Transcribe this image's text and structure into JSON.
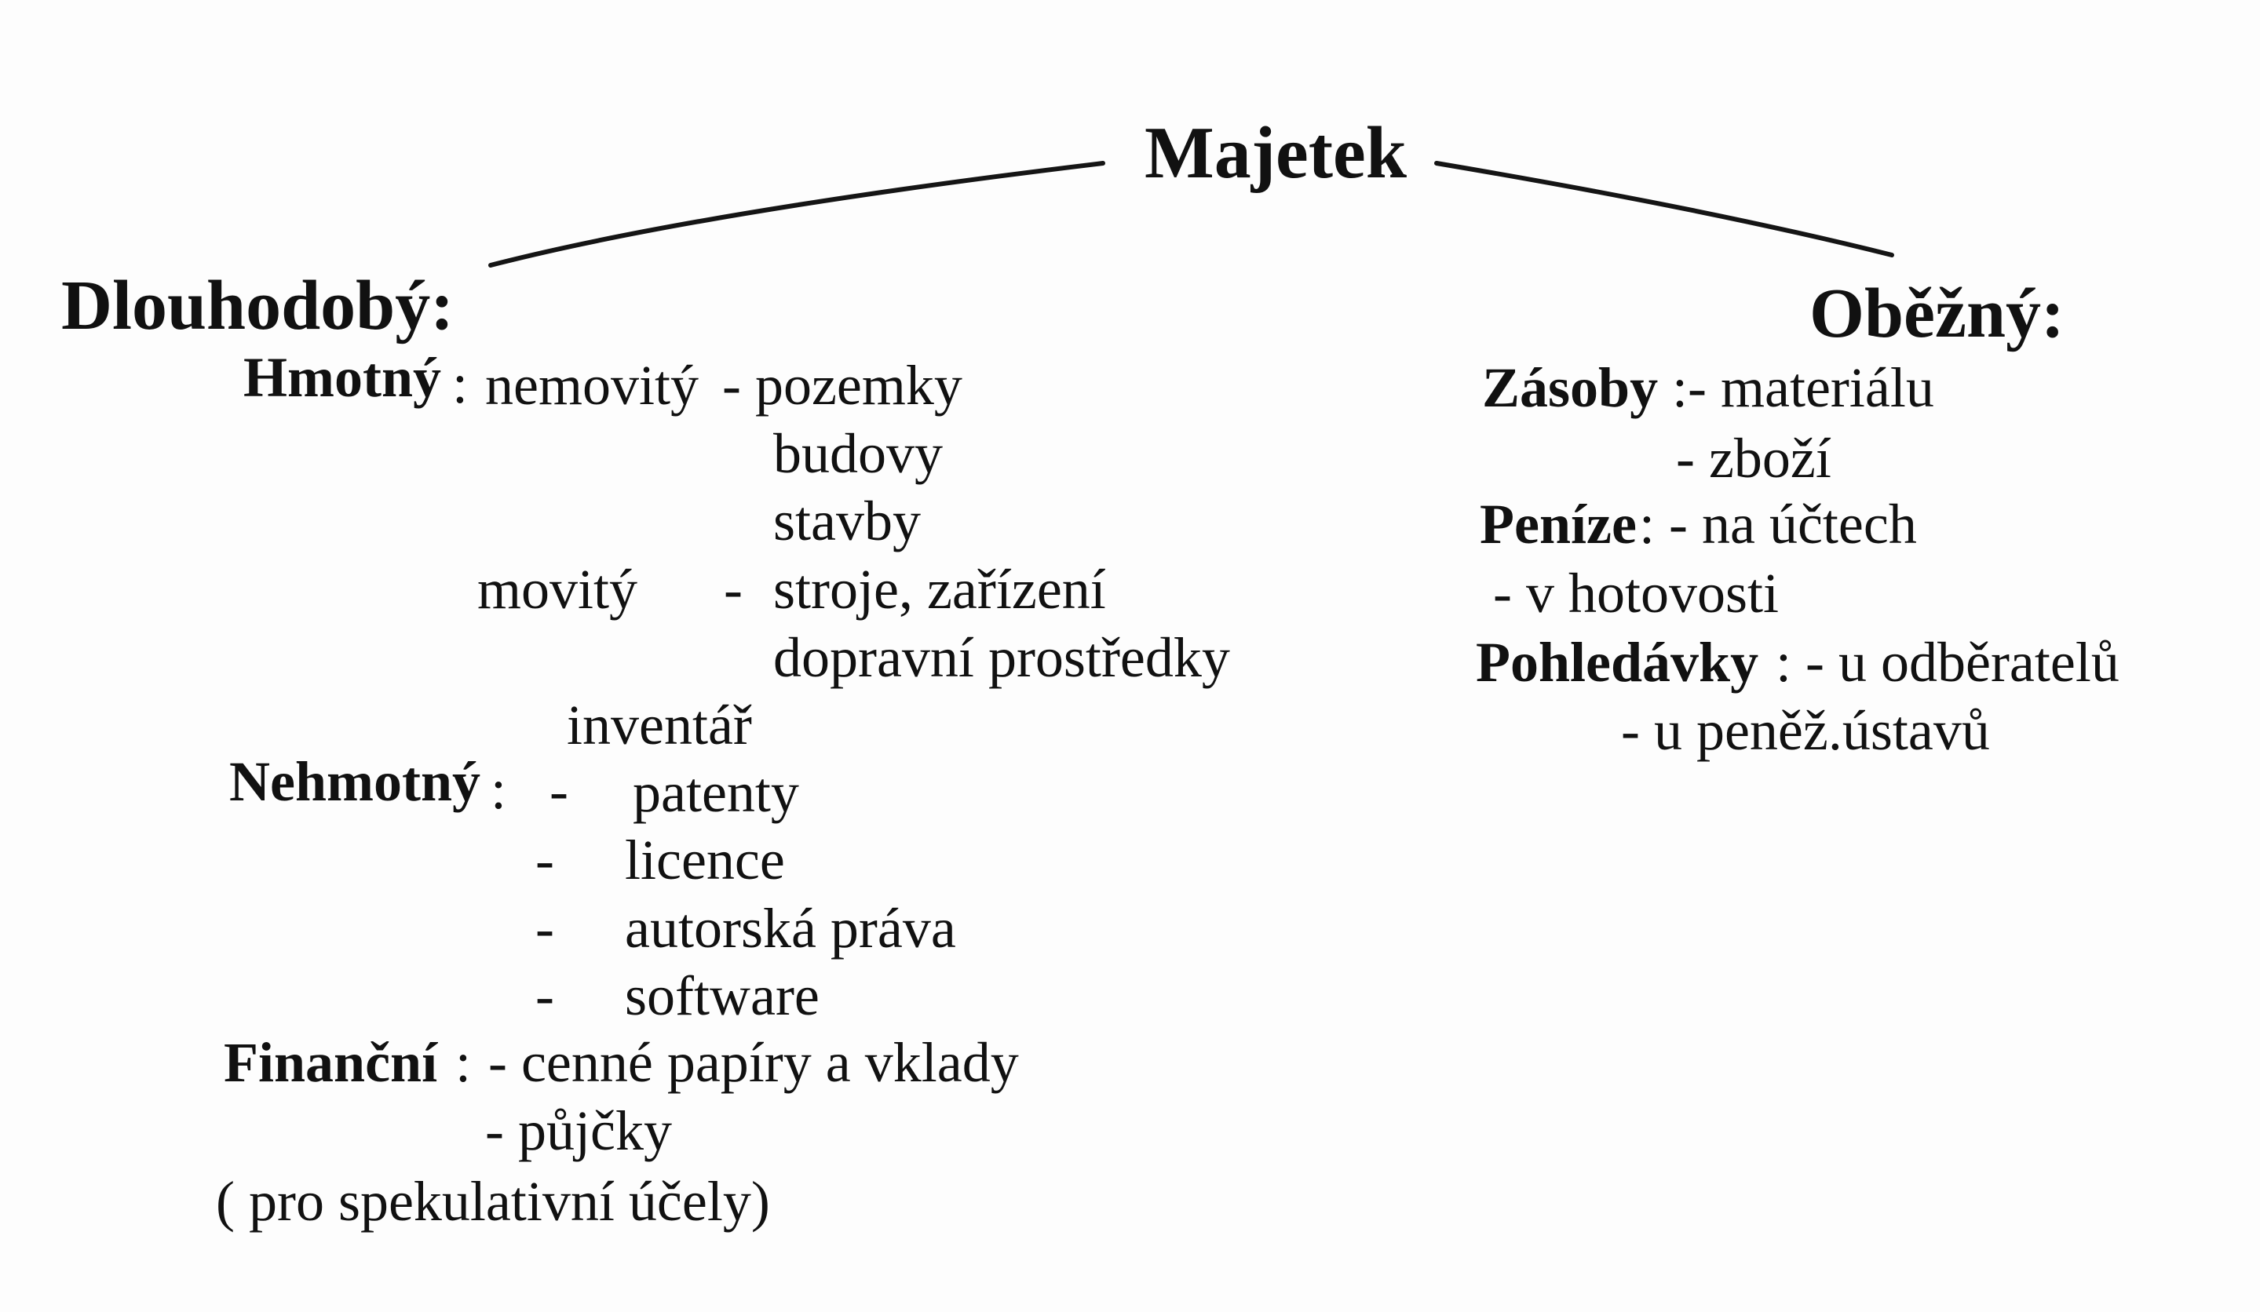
{
  "title": "Majetek",
  "left": {
    "heading": "Dlouhodobý:",
    "hmotny": {
      "label": "Hmotný",
      "colon": ":",
      "nemovity": "nemovitý",
      "nemovity_items": [
        "- pozemky",
        "budovy",
        "stavby"
      ],
      "movity": "movitý",
      "movity_dash": "-",
      "movity_items": [
        "stroje, zařízení",
        "dopravní prostředky"
      ],
      "inventar": "inventář"
    },
    "nehmotny": {
      "label": "Nehmotný",
      "colon": ":",
      "dashes": [
        "-",
        "-",
        "-",
        "-"
      ],
      "items": [
        "patenty",
        "licence",
        "autorská práva",
        "software"
      ]
    },
    "financni": {
      "label": "Finanční",
      "colon": ":",
      "items": [
        "- cenné papíry a vklady",
        "- půjčky"
      ],
      "note": "( pro spekulativní účely)"
    }
  },
  "right": {
    "heading": "Oběžný:",
    "zasoby": {
      "label": "Zásoby",
      "first": ":- materiálu",
      "second": "- zboží"
    },
    "penize": {
      "label": "Peníze",
      "first": ": - na účtech",
      "second": "- v hotovosti"
    },
    "pohledavky": {
      "label": "Pohledávky",
      "first": ": - u odběratelů",
      "second": "- u peněž.ústavů"
    }
  },
  "colors": {
    "ink": "#111111",
    "paper": "#fdfdfd"
  }
}
